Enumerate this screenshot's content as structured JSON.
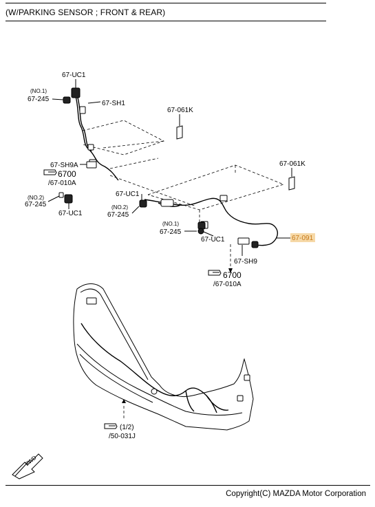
{
  "header": {
    "title": "(W/PARKING SENSOR ; FRONT & REAR)"
  },
  "footer": {
    "copyright": "Copyright(C) MAZDA Motor Corporation"
  },
  "labels": {
    "uc1_top": "67-UC1",
    "no1_a": "(NO.1)",
    "p245_a": "67-245",
    "sh1": "67-SH1",
    "k061_left": "67-061K",
    "k061_right": "67-061K",
    "sh9a": "67-SH9A",
    "ref6700_a": "6700",
    "ref010a_a": "/67-010A",
    "no2_a": "(NO.2)",
    "p245_b": "67-245",
    "uc1_left": "67-UC1",
    "uc1_mid": "67-UC1",
    "no2_b": "(NO.2)",
    "p245_c": "67-245",
    "no1_b": "(NO.1)",
    "p245_d": "67-245",
    "uc1_right": "67-UC1",
    "p091": "67-091",
    "sh9": "67-SH9",
    "ref6700_b": "6700",
    "ref010a_b": "/67-010A",
    "ref12": "(1/2)",
    "ref031j": "/50-031J",
    "fwd": "FWD"
  },
  "colors": {
    "highlight_fill": "#f6d9a8",
    "highlight_text": "#c77a1a"
  }
}
